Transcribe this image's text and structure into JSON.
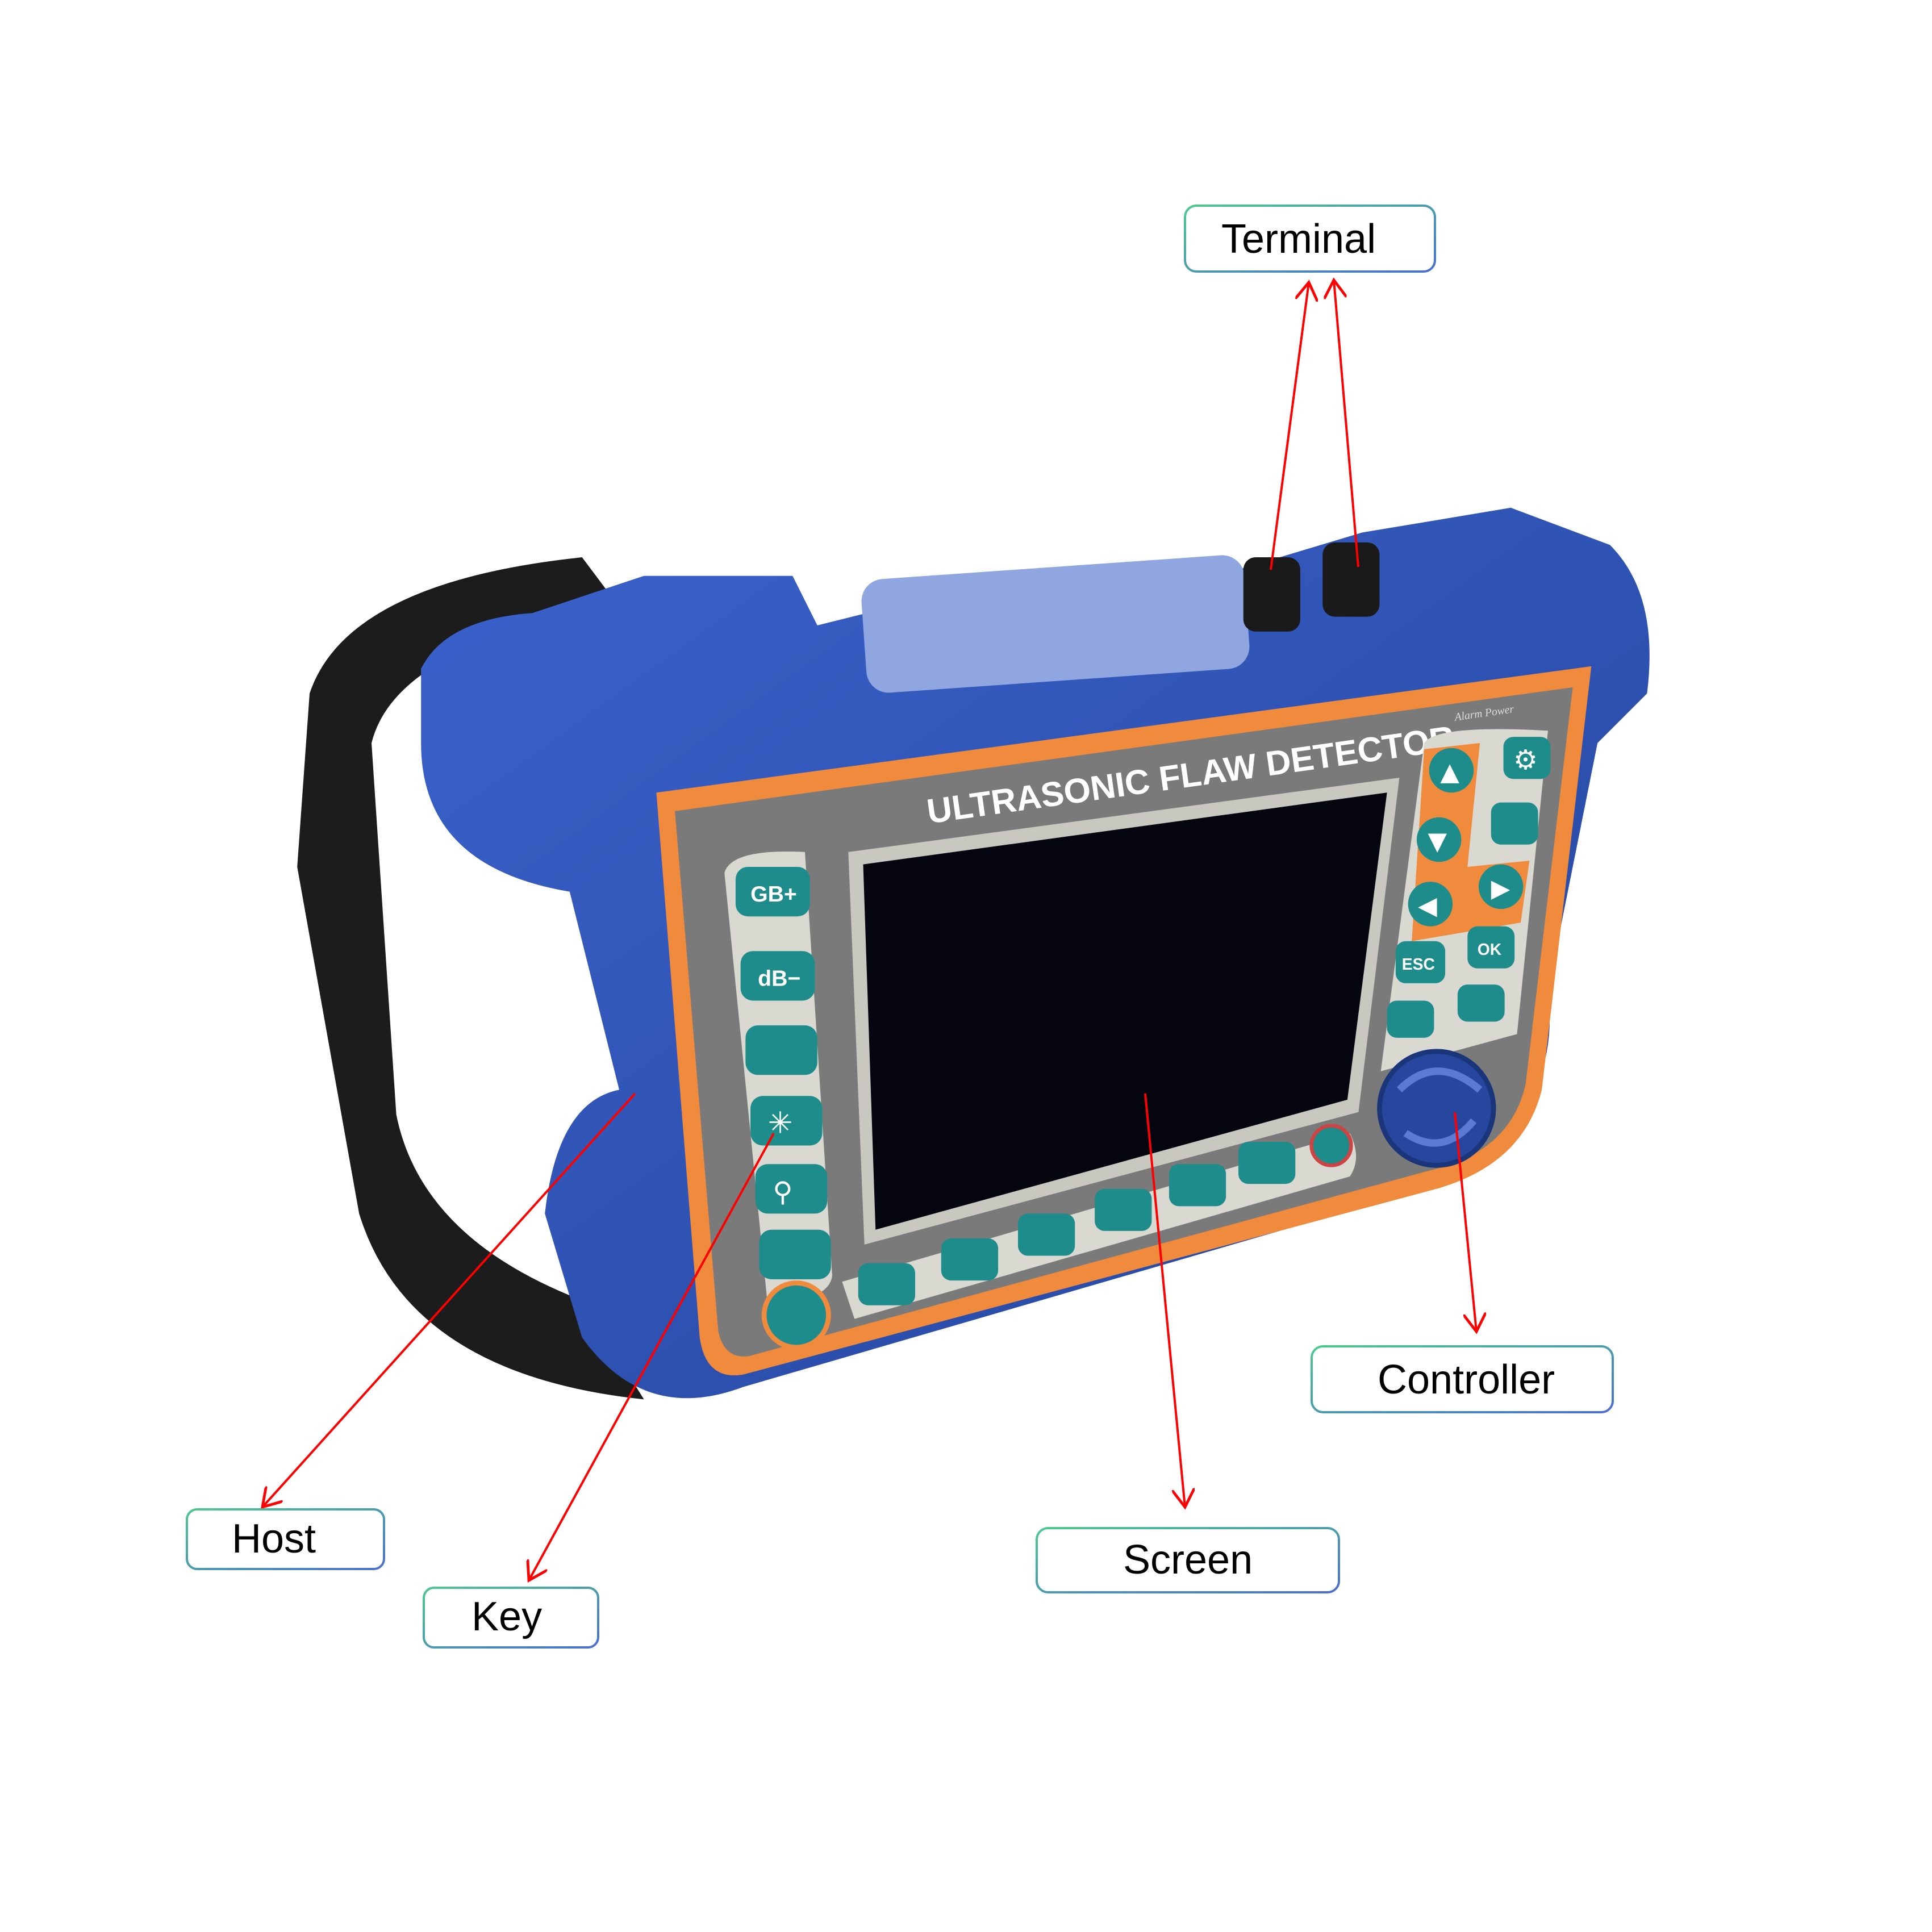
{
  "device": {
    "title": "ULTRASONIC FLAW DETECTOR",
    "indicator_labels": "Alarm  Power",
    "keys": {
      "gain_up": "GB+",
      "gain_down": "dB−",
      "escape": "ESC",
      "ok": "OK"
    },
    "colors": {
      "body": "#2f55b8",
      "panel_frame": "#f08a3c",
      "panel": "#7a7a7a",
      "key": "#1f8c8c",
      "screen": "#050510"
    }
  },
  "callouts": {
    "terminal": "Terminal",
    "controller": "Controller",
    "host": "Host",
    "key": "Key",
    "screen": "Screen"
  },
  "colors": {
    "arrow": "#ff0000",
    "callout_border_start": "#4cc98f",
    "callout_border_end": "#4a6fd0"
  }
}
